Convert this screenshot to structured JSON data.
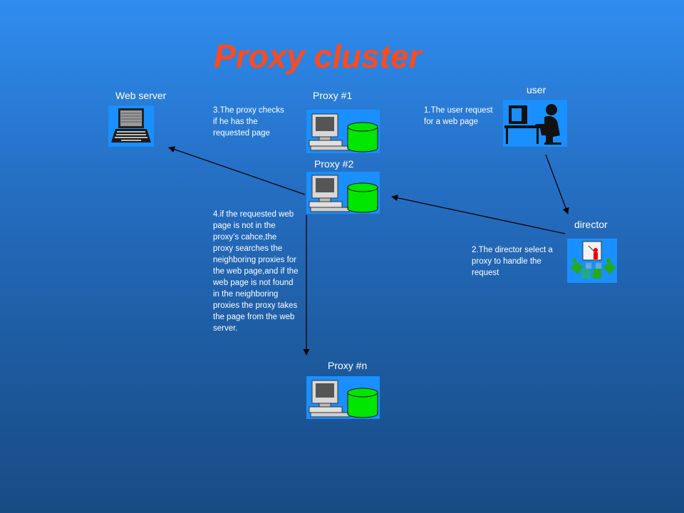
{
  "title": "Proxy cluster",
  "nodes": {
    "web_server": "Web server",
    "proxy1": "Proxy #1",
    "proxy2": "Proxy #2",
    "proxyn": "Proxy #n",
    "user": "user",
    "director": "director"
  },
  "notes": {
    "step1": "1.The user request for a web page",
    "step2": "2.The director select a proxy to handle the request",
    "step3": "3.The proxy checks if he has the requested page",
    "step4": "4.if the requested web page is not in the proxy’s cahce,the proxy searches the neighboring proxies for the web page,and if the web page is not found in the neighboring proxies the proxy takes the page from the web server."
  },
  "icons": {
    "web_server": "laptop-icon",
    "proxy": "computer-database-icon",
    "user": "user-at-computer-icon",
    "director": "presenter-audience-icon"
  },
  "colors": {
    "title": "#ff4a1c",
    "icon_bg": "#1a8fff",
    "database": "#00e600"
  }
}
